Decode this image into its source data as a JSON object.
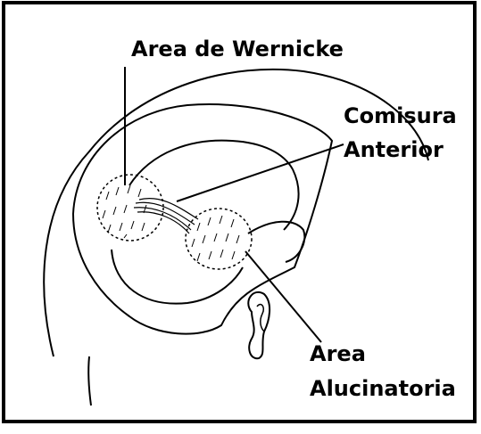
{
  "labels": {
    "wernicke": "Area de Wernicke",
    "comisura_line1": "Comisura",
    "comisura_line2": "Anterior",
    "alucinatoria_line1": "Area",
    "alucinatoria_line2": "Alucinatoria"
  },
  "colors": {
    "ink": "#000000",
    "background": "#ffffff"
  }
}
